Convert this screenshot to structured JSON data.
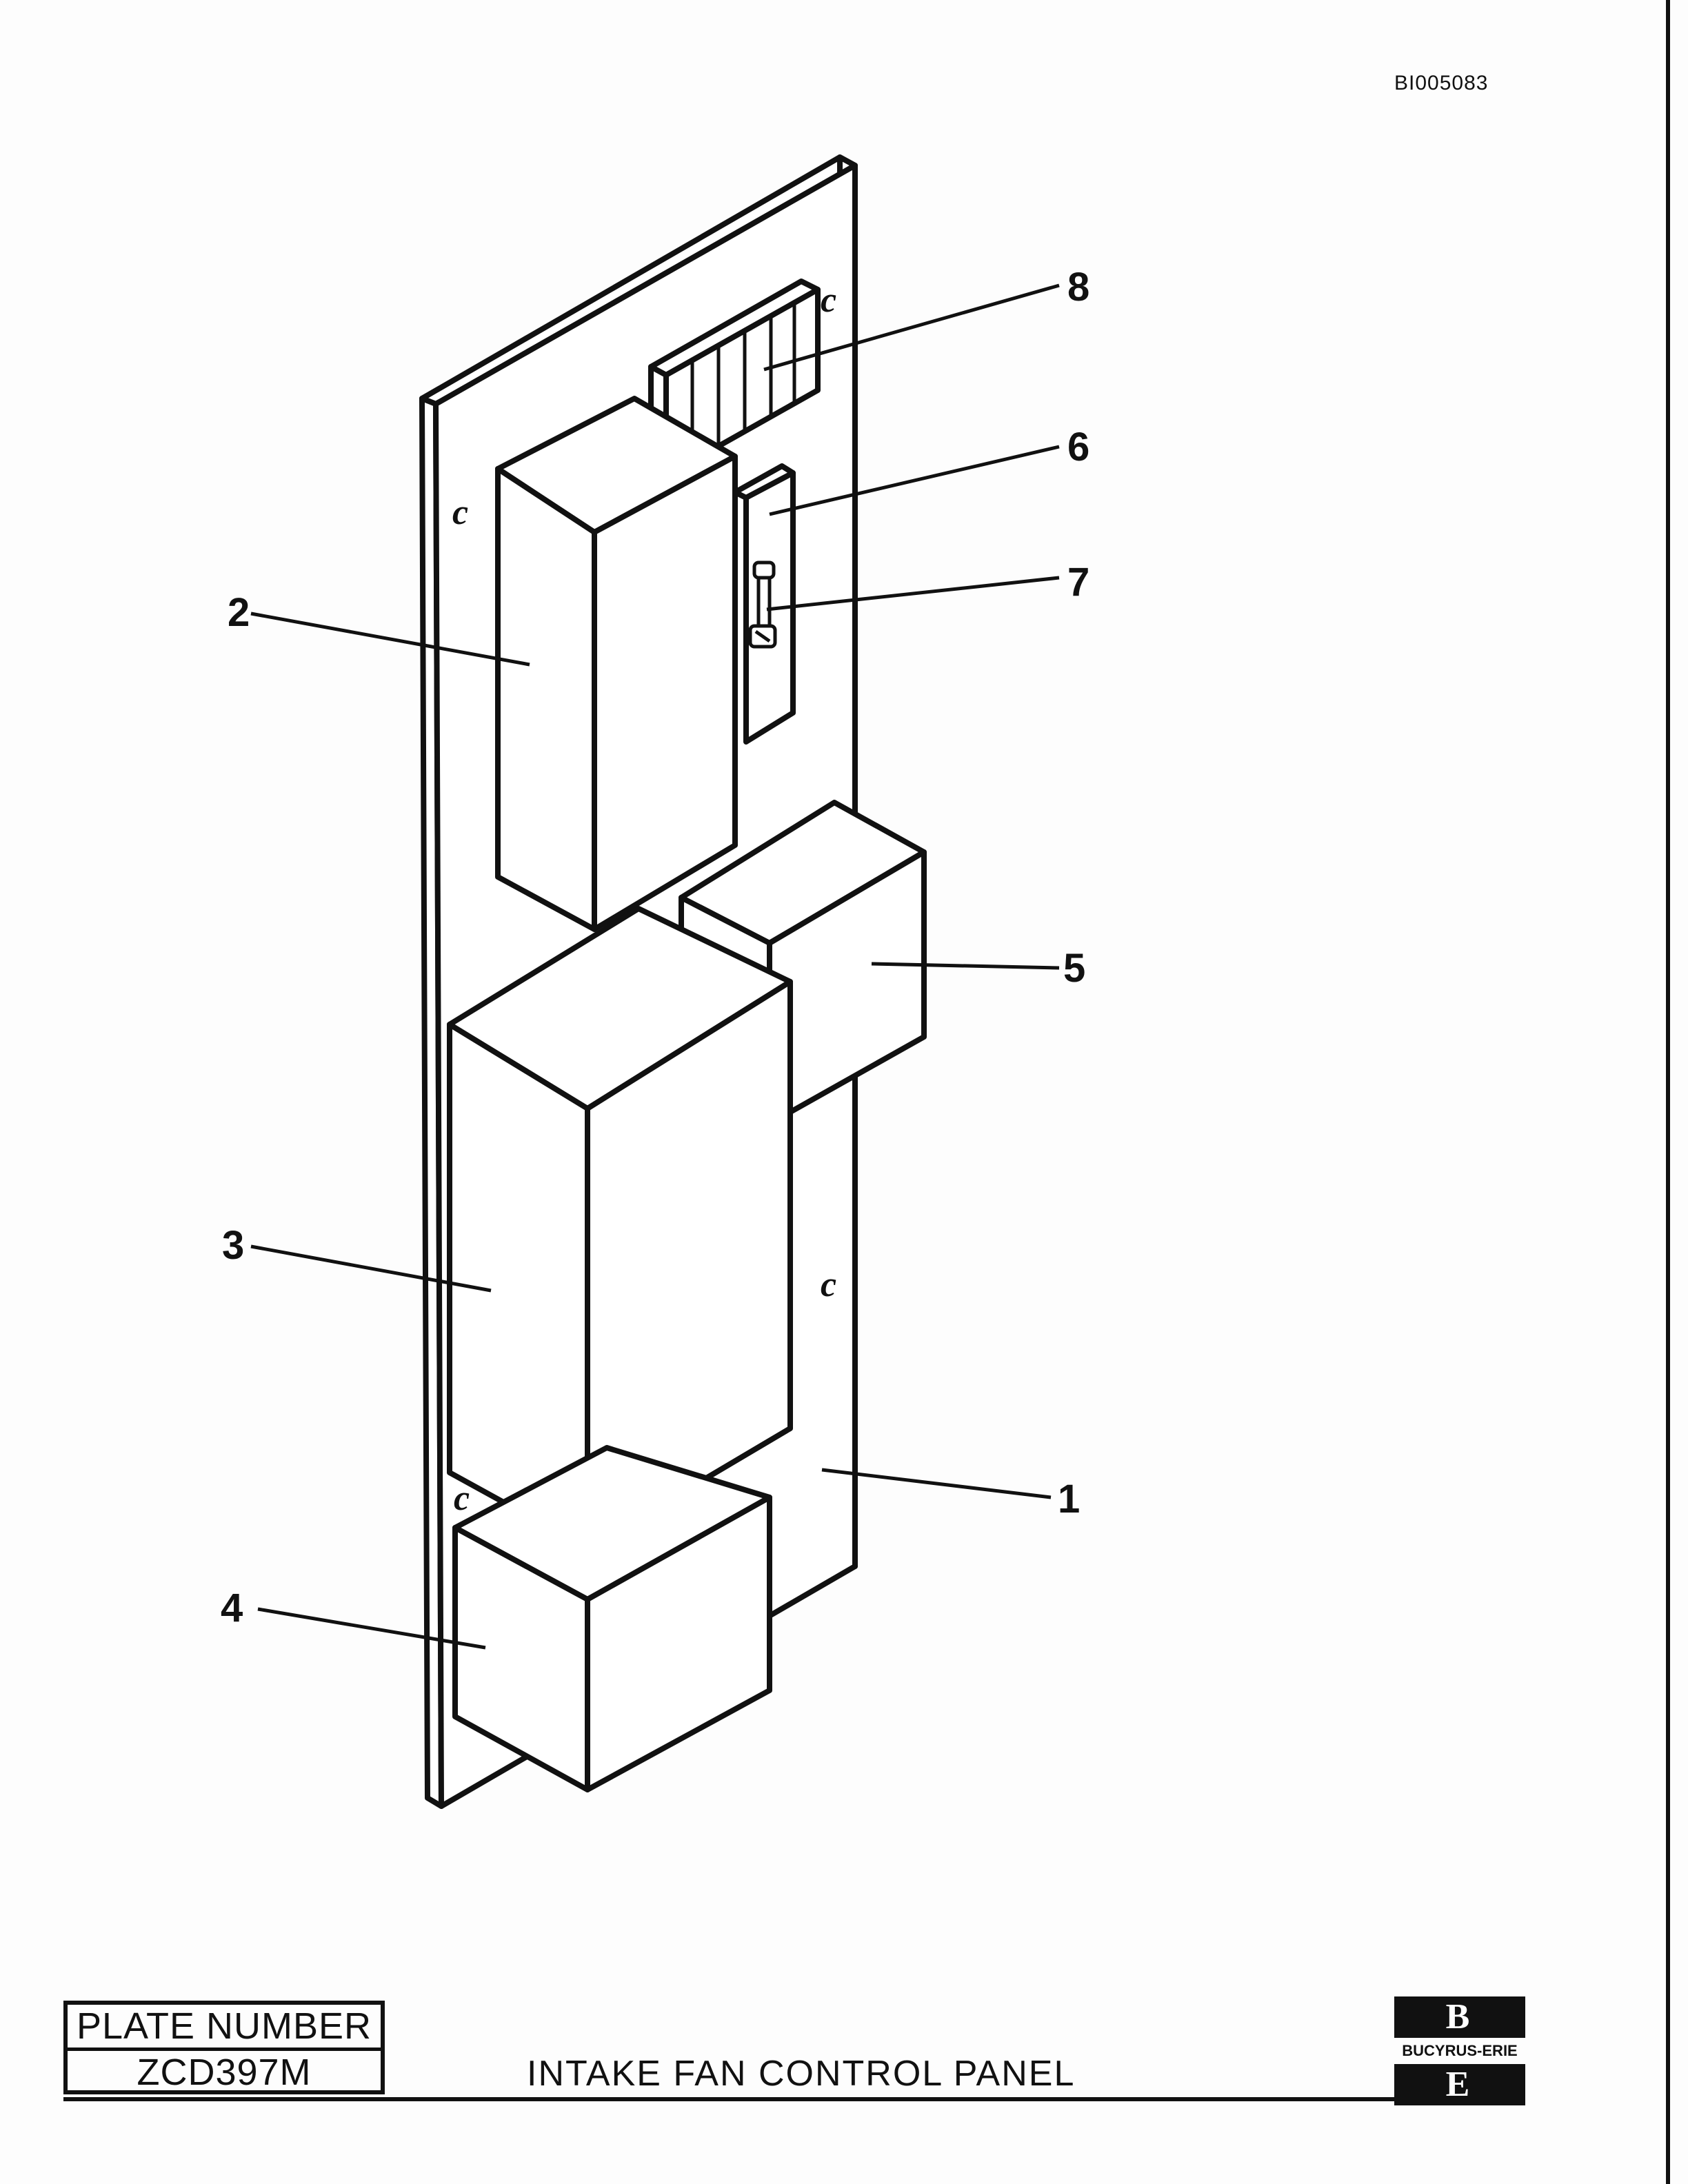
{
  "document_id": "BI005083",
  "callouts": {
    "c1": "1",
    "c2": "2",
    "c3": "3",
    "c4": "4",
    "c5": "5",
    "c6": "6",
    "c7": "7",
    "c8": "8"
  },
  "c_mark": "c",
  "plate": {
    "label": "PLATE NUMBER",
    "number": "ZCD397M"
  },
  "title": "INTAKE FAN CONTROL PANEL",
  "logo": {
    "top_letter": "B",
    "company": "BUCYRUS-ERIE",
    "bottom_letter": "E"
  }
}
